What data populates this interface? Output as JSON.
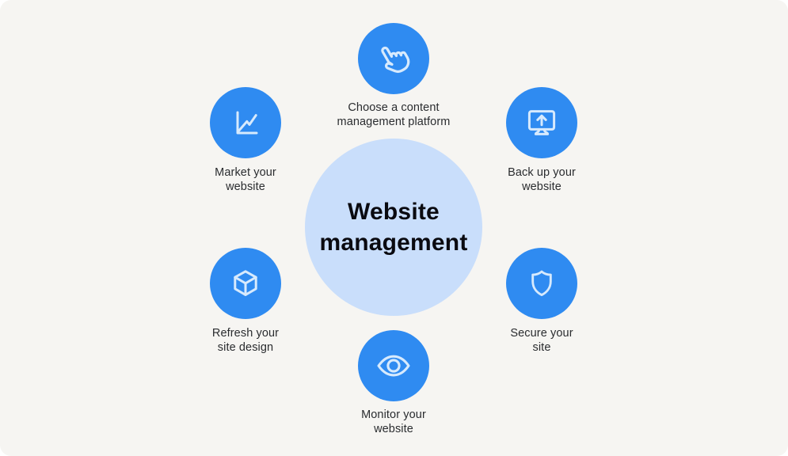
{
  "diagram": {
    "title_lines": [
      "Website",
      "management"
    ],
    "colors": {
      "background": "#f6f5f2",
      "center_circle": "#c9defb",
      "node_circle": "#2f8bf1",
      "icon_stroke": "#d7eafd",
      "title_text": "#0a0a10",
      "label_text": "#2a2c2f"
    },
    "nodes": [
      {
        "id": "choose-cms",
        "icon": "hand-pointer-icon",
        "line1": "Choose a content",
        "line2": "management platform"
      },
      {
        "id": "back-up",
        "icon": "monitor-upload-icon",
        "line1": "Back up your",
        "line2": "website"
      },
      {
        "id": "secure",
        "icon": "shield-icon",
        "line1": "Secure your",
        "line2": "site"
      },
      {
        "id": "monitor",
        "icon": "eye-icon",
        "line1": "Monitor your",
        "line2": "website"
      },
      {
        "id": "refresh",
        "icon": "cube-icon",
        "line1": "Refresh your",
        "line2": "site design"
      },
      {
        "id": "market",
        "icon": "line-chart-icon",
        "line1": "Market your",
        "line2": "website"
      }
    ]
  }
}
